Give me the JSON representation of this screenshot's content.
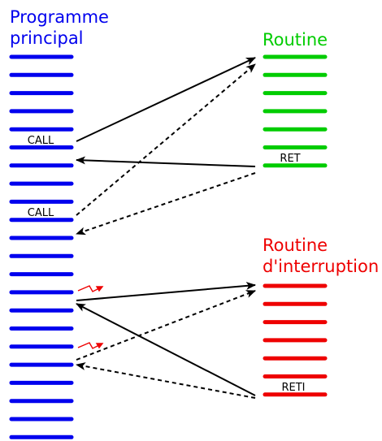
{
  "main_program": {
    "title_line1": "Programme",
    "title_line2": "principal",
    "call1_label": "CALL",
    "call2_label": "CALL",
    "color": "#0000ee"
  },
  "routine": {
    "title": "Routine",
    "ret_label": "RET",
    "color": "#00cc00"
  },
  "interrupt_routine": {
    "title_line1": "Routine",
    "title_line2": "d'interruption",
    "reti_label": "RETI",
    "color": "#ee0000"
  },
  "arrow_color": "#000000",
  "interrupt_signal_color": "#ee0000"
}
